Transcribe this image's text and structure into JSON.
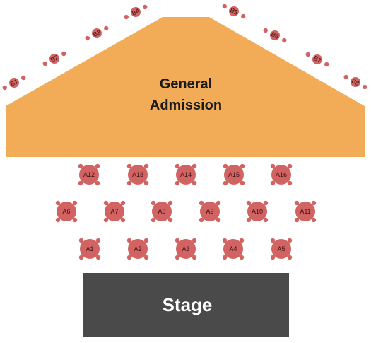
{
  "venue": {
    "general_admission": {
      "line1": "General",
      "line2": "Admission",
      "color": "#f2ac57"
    },
    "stage": {
      "label": "Stage",
      "color": "#4a4a4a"
    },
    "table_color": "#d26363",
    "table_label_color": "#3a1010"
  },
  "tables": {
    "balcony": [
      "B1",
      "B2",
      "B3",
      "B4",
      "B5",
      "B6",
      "B7",
      "B8"
    ],
    "row_front": [
      "A1",
      "A2",
      "A3",
      "A4",
      "A5"
    ],
    "row_middle": [
      "A6",
      "A7",
      "A8",
      "A9",
      "A10",
      "A11"
    ],
    "row_back": [
      "A12",
      "A13",
      "A14",
      "A15",
      "A16"
    ]
  }
}
